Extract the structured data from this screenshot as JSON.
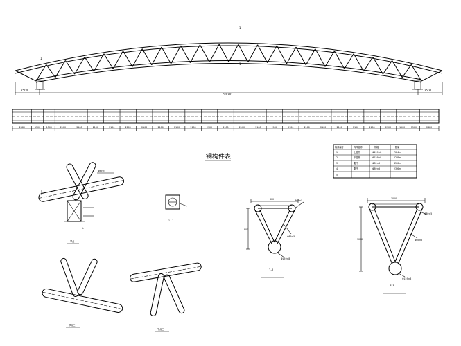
{
  "drawing": {
    "elevation": {
      "section_mark_top": "1",
      "section_mark_bottom": "1",
      "section_mark_left": "1",
      "dim_left": "2500",
      "dim_span": "50000",
      "dim_right": "2500"
    },
    "plan": {
      "segment_dims": [
        "2480",
        "1500",
        "1500",
        "2100",
        "2100",
        "2100",
        "2100",
        "2100",
        "2100",
        "2100",
        "2100",
        "2100",
        "2100",
        "2100",
        "2100",
        "2100",
        "2100",
        "2100",
        "2100",
        "2100",
        "2100",
        "2100",
        "2100",
        "2100",
        "1500",
        "1500",
        "2480"
      ]
    },
    "table": {
      "title": "钢构件表",
      "headers": [
        "构件编号",
        "构件名称",
        "规格",
        "数量"
      ],
      "rows": [
        [
          "1",
          "上弦杆",
          "Φ159×8",
          "76.4m"
        ],
        [
          "2",
          "下弦杆",
          "Φ159×8",
          "52.8m"
        ],
        [
          "3",
          "腹杆",
          "Φ89×5",
          "45.6m"
        ],
        [
          "4",
          "腹杆",
          "Φ89×5",
          "23.6m"
        ],
        [
          "5",
          "",
          "",
          ""
        ]
      ]
    },
    "details": {
      "node_detail_label": "节点",
      "node_note_a": "1-",
      "node_leader": "Φ89×5",
      "hole_label": "1—1",
      "node2_label": "节点二",
      "node3_label": "节点三",
      "sec1_label": "1-1",
      "sec2_label": "2-2",
      "sec1_top_dim": "800",
      "sec1_side_dim": "800",
      "sec1_leader_a": "Φ89×5",
      "sec1_leader_b": "Φ159×8",
      "sec2_top_dim": "1000",
      "sec2_side_dim": "1000",
      "sec2_leader_a": "Φ89×5",
      "sec2_leader_b": "Φ159×8"
    }
  }
}
